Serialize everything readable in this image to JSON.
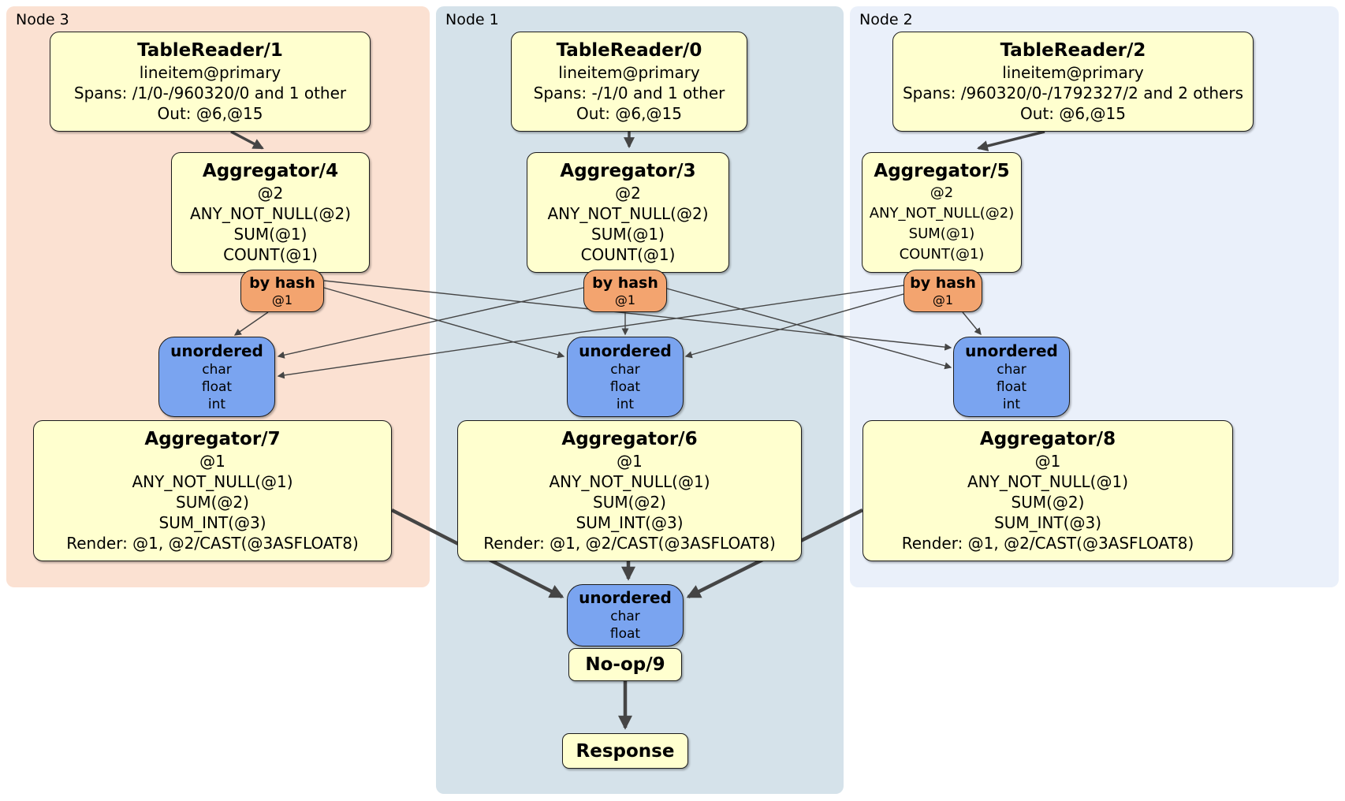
{
  "colors": {
    "node3_bg": "#fbe1d2",
    "node1_bg": "#d5e2ea",
    "node2_bg": "#eaf0fa",
    "box_bg": "#ffffcf",
    "box_border": "#1c1c1c",
    "router_bg": "#f3a46f",
    "sync_bg": "#7aa4f0",
    "edge": "#454545"
  },
  "panels": [
    {
      "label": "Node 3"
    },
    {
      "label": "Node 1"
    },
    {
      "label": "Node 2"
    }
  ],
  "processors": {
    "tr1": {
      "title": "TableReader/1",
      "lines": [
        "lineitem@primary",
        "Spans: /1/0-/960320/0 and 1 other",
        "Out: @6,@15"
      ]
    },
    "tr0": {
      "title": "TableReader/0",
      "lines": [
        "lineitem@primary",
        "Spans: -/1/0 and 1 other",
        "Out: @6,@15"
      ]
    },
    "tr2": {
      "title": "TableReader/2",
      "lines": [
        "lineitem@primary",
        "Spans: /960320/0-/1792327/2 and 2 others",
        "Out: @6,@15"
      ]
    },
    "agg4": {
      "title": "Aggregator/4",
      "lines": [
        "@2",
        "ANY_NOT_NULL(@2)",
        "SUM(@1)",
        "COUNT(@1)"
      ]
    },
    "agg3": {
      "title": "Aggregator/3",
      "lines": [
        "@2",
        "ANY_NOT_NULL(@2)",
        "SUM(@1)",
        "COUNT(@1)"
      ]
    },
    "agg5": {
      "title": "Aggregator/5",
      "lines": [
        "@2",
        "ANY_NOT_NULL(@2)",
        "SUM(@1)",
        "COUNT(@1)"
      ]
    },
    "agg7": {
      "title": "Aggregator/7",
      "lines": [
        "@1",
        "ANY_NOT_NULL(@1)",
        "SUM(@2)",
        "SUM_INT(@3)",
        "Render: @1, @2/CAST(@3ASFLOAT8)"
      ]
    },
    "agg6": {
      "title": "Aggregator/6",
      "lines": [
        "@1",
        "ANY_NOT_NULL(@1)",
        "SUM(@2)",
        "SUM_INT(@3)",
        "Render: @1, @2/CAST(@3ASFLOAT8)"
      ]
    },
    "agg8": {
      "title": "Aggregator/8",
      "lines": [
        "@1",
        "ANY_NOT_NULL(@1)",
        "SUM(@2)",
        "SUM_INT(@3)",
        "Render: @1, @2/CAST(@3ASFLOAT8)"
      ]
    },
    "noop": {
      "title": "No-op/9"
    },
    "response": {
      "title": "Response"
    }
  },
  "routers": {
    "bh3": {
      "title": "by hash",
      "lines": [
        "@1"
      ]
    },
    "bh1": {
      "title": "by hash",
      "lines": [
        "@1"
      ]
    },
    "bh2": {
      "title": "by hash",
      "lines": [
        "@1"
      ]
    }
  },
  "syncs": {
    "u3": {
      "title": "unordered",
      "lines": [
        "char",
        "float",
        "int"
      ]
    },
    "u1": {
      "title": "unordered",
      "lines": [
        "char",
        "float",
        "int"
      ]
    },
    "u2": {
      "title": "unordered",
      "lines": [
        "char",
        "float",
        "int"
      ]
    },
    "ufinal": {
      "title": "unordered",
      "lines": [
        "char",
        "float"
      ]
    }
  }
}
